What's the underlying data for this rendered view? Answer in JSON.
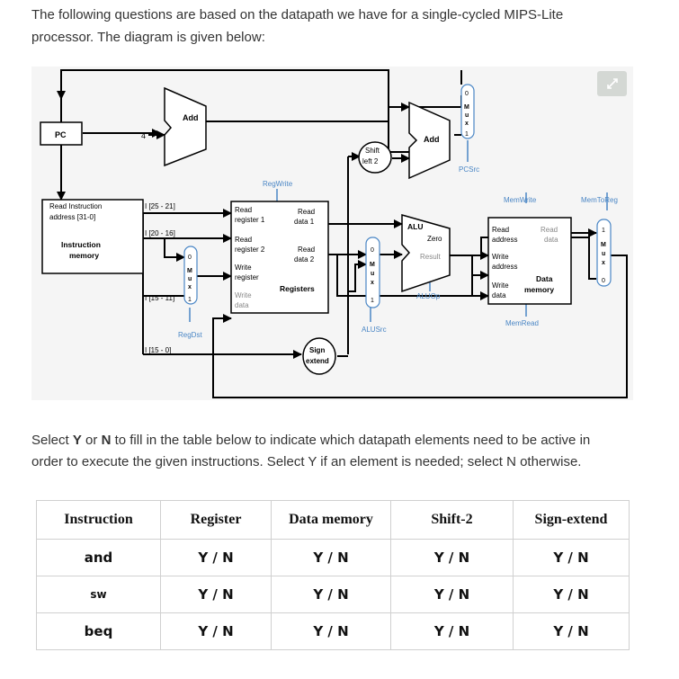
{
  "intro": {
    "line1": "The following questions are based on the datapath we have for a single-cycled MIPS-Lite",
    "line2": "processor.  The diagram is given below:"
  },
  "diagram": {
    "expand_icon": "expand-arrows-icon",
    "labels": {
      "pc": "PC",
      "add1": "Add",
      "four": "4",
      "add2": "Add",
      "shift_l1": "Shift",
      "shift_l2": "left 2",
      "pcsrc": "PCSrc",
      "regwrite": "RegWrite",
      "memwrite": "MemWrite",
      "memtoreg": "MemToReg",
      "im_read": "Read",
      "im_instruction": "Instruction",
      "im_address": "address",
      "im_bits": "[31-0]",
      "im_title1": "Instruction",
      "im_title2": "memory",
      "b25_21": "I [25 - 21]",
      "b20_16": "I [20 - 16]",
      "b15_11": "I [15 - 11]",
      "b15_0": "I [15 - 0]",
      "rf_rr1a": "Read",
      "rf_rr1b": "register 1",
      "rf_rd1a": "Read",
      "rf_rd1b": "data 1",
      "rf_rr2a": "Read",
      "rf_rr2b": "register 2",
      "rf_rd2a": "Read",
      "rf_rd2b": "data 2",
      "rf_wra": "Write",
      "rf_wrb": "register",
      "rf_title": "Registers",
      "rf_wda": "Write",
      "rf_wdb": "data",
      "regdst": "RegDst",
      "sign1": "Sign",
      "sign2": "extend",
      "alu": "ALU",
      "zero": "Zero",
      "result": "Result",
      "aluop": "ALUOp",
      "alusrc": "ALUSrc",
      "dm_ra1": "Read",
      "dm_ra2": "address",
      "dm_rd1": "Read",
      "dm_rd2": "data",
      "dm_wa1": "Write",
      "dm_wa2": "address",
      "dm_wd1": "Write",
      "dm_wd2": "data",
      "dm_t1": "Data",
      "dm_t2": "memory",
      "memread": "MemRead",
      "mux_m": "M",
      "mux_u": "u",
      "mux_x": "x",
      "zero_in": "0",
      "one_in": "1"
    }
  },
  "instructions_text": {
    "p1": "Select ",
    "y": "Y",
    "p2": " or ",
    "n": "N",
    "p3": " to fill in the table below to indicate which datapath elements need to be active in",
    "line2": "order to execute the given instructions.  Select Y if an element is needed; select N otherwise."
  },
  "table": {
    "headers": [
      "Instruction",
      "Register",
      "Data memory",
      "Shift-2",
      "Sign-extend"
    ],
    "rows": [
      {
        "instruction": "and",
        "cells": [
          "Y / N",
          "Y / N",
          "Y / N",
          "Y / N"
        ]
      },
      {
        "instruction": "sw",
        "cells": [
          "Y / N",
          "Y / N",
          "Y / N",
          "Y / N"
        ]
      },
      {
        "instruction": "beq",
        "cells": [
          "Y / N",
          "Y / N",
          "Y / N",
          "Y / N"
        ]
      }
    ]
  },
  "colors": {
    "control": "#4a86c5",
    "wire": "#000000",
    "instruction_text": "#7a2b46"
  }
}
